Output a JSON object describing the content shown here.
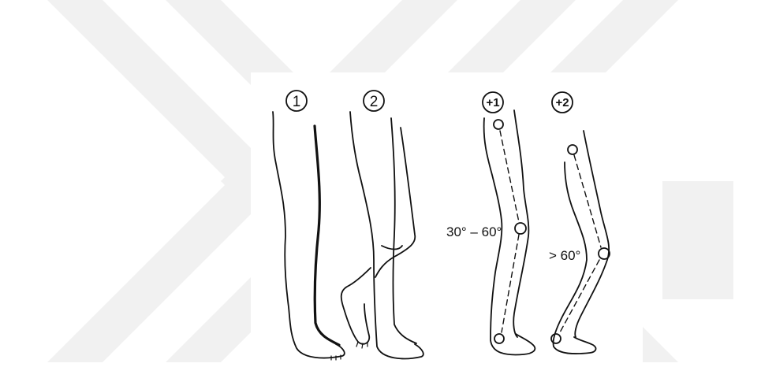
{
  "figure": {
    "labels": {
      "l1": "1",
      "l2": "2",
      "lp1": "+1",
      "lp2": "+2"
    },
    "angles": {
      "a1": "30° – 60°",
      "a2": "> 60°"
    },
    "colors": {
      "watermark": "#f1f1f1",
      "ink": "#111111",
      "panel": "#ffffff"
    }
  }
}
